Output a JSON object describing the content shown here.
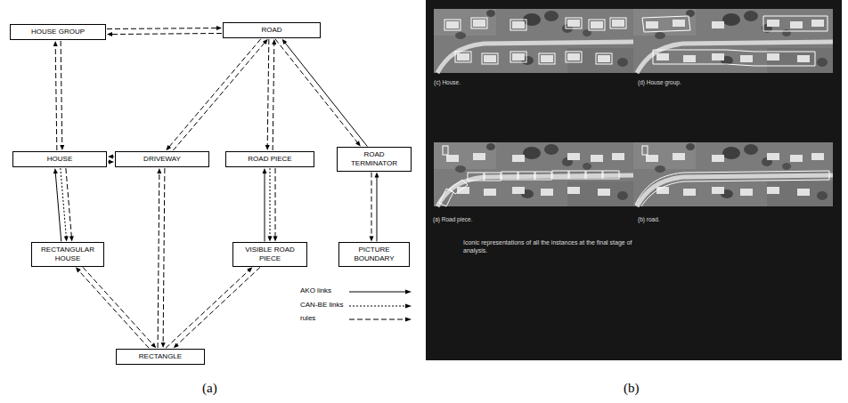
{
  "diagram": {
    "nodes": [
      {
        "text": [
          "HOUSE GROUP"
        ]
      },
      {
        "text": [
          "ROAD"
        ]
      },
      {
        "text": [
          "HOUSE"
        ]
      },
      {
        "text": [
          "DRIVEWAY"
        ]
      },
      {
        "text": [
          "ROAD PIECE"
        ]
      },
      {
        "text": [
          "ROAD TERMINATOR"
        ]
      },
      {
        "text": [
          "RECTANGULAR HOUSE"
        ]
      },
      {
        "text": [
          "VISIBLE ROAD PIECE"
        ]
      },
      {
        "text": [
          "PICTURE BOUNDARY"
        ]
      },
      {
        "text": [
          "RECTANGLE"
        ]
      }
    ],
    "edges": [
      {
        "from": 0,
        "to": 1,
        "arrow": "to"
      },
      {
        "from": 1,
        "to": 0,
        "arrow": "to"
      },
      {
        "from": 0,
        "to": 2,
        "arrow": "to"
      },
      {
        "from": 2,
        "to": 0,
        "arrow": "to"
      },
      {
        "from": 3,
        "to": 2,
        "arrow": "to"
      },
      {
        "from": 2,
        "to": 3,
        "arrow": "to"
      },
      {
        "from": 3,
        "to": 1,
        "arrow": "to"
      },
      {
        "from": 1,
        "to": 3,
        "arrow": "to"
      },
      {
        "from": 4,
        "to": 1,
        "arrow": "to"
      },
      {
        "from": 1,
        "to": 4,
        "arrow": "to"
      },
      {
        "from": 5,
        "to": 1,
        "arrow": "to"
      },
      {
        "from": 1,
        "to": 5,
        "arrow": "to"
      },
      {
        "from": 2,
        "to": 6,
        "arrow": "to"
      },
      {
        "from": 2,
        "to": 6,
        "arrow": "to"
      },
      {
        "from": 6,
        "to": 2,
        "arrow": "to"
      },
      {
        "from": 4,
        "to": 7,
        "arrow": "to"
      },
      {
        "from": 4,
        "to": 7,
        "arrow": "to"
      },
      {
        "from": 7,
        "to": 4,
        "arrow": "to"
      },
      {
        "from": 8,
        "to": 5,
        "arrow": "to"
      },
      {
        "from": 5,
        "to": 8,
        "arrow": "to"
      },
      {
        "from": 6,
        "to": 9,
        "arrow": "to"
      },
      {
        "from": 9,
        "to": 6,
        "arrow": "to"
      },
      {
        "from": 3,
        "to": 9,
        "arrow": "to"
      },
      {
        "from": 9,
        "to": 3,
        "arrow": "to"
      },
      {
        "from": 7,
        "to": 9,
        "arrow": "to"
      },
      {
        "from": 9,
        "to": 7,
        "arrow": "to"
      }
    ],
    "labels": [
      "(c) House.",
      "(d) House group.",
      "(a) Road piece.",
      "(b) road.",
      "Iconic representations of all the instances at the final stage of analysis.",
      "(a)",
      "(b)"
    ],
    "legend": [
      {
        "text": "AKO links"
      },
      {
        "text": "CAN-BE links"
      },
      {
        "text": "rules"
      }
    ]
  }
}
